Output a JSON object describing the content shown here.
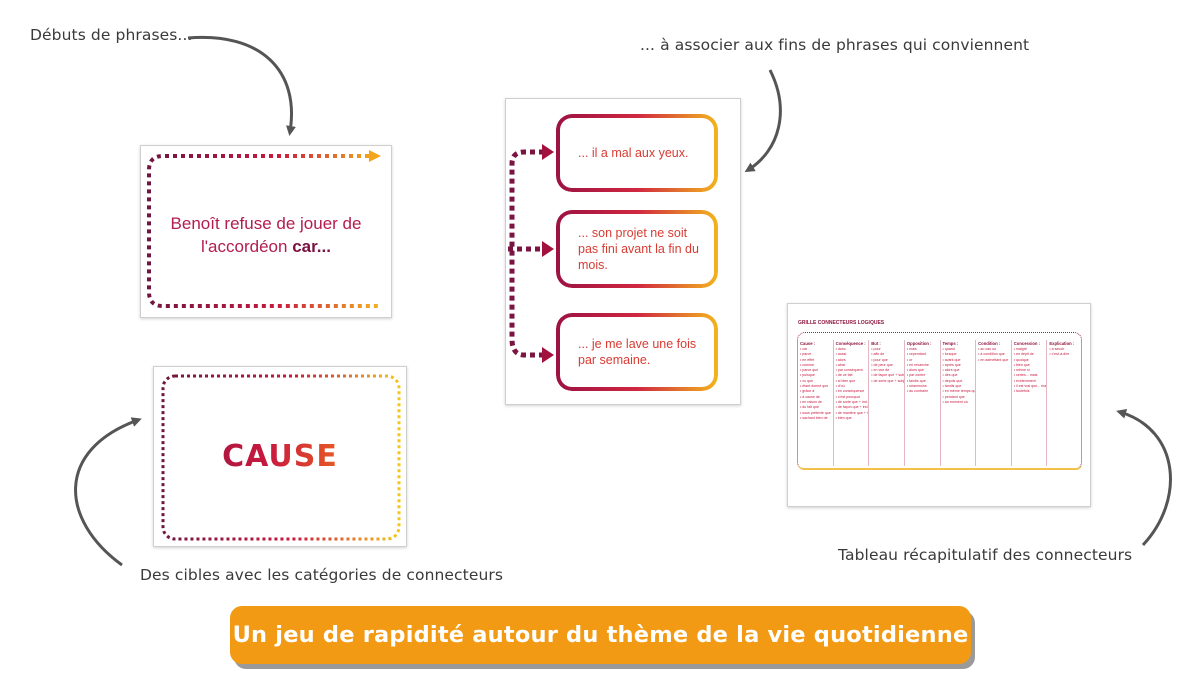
{
  "captions": {
    "starts": "Débuts de phrases...",
    "ends": "... à associer aux fins de phrases qui conviennent",
    "targets": "Des cibles avec les catégories de connecteurs",
    "summary": "Tableau récapitulatif des connecteurs"
  },
  "start_card": {
    "line1": "Benoît refuse de jouer de",
    "line2": "l'accordéon",
    "connector": "car..."
  },
  "target_card": {
    "category": "CAUSE"
  },
  "end_cards": [
    {
      "text": "... il a mal aux yeux."
    },
    {
      "text": "... son projet ne soit pas fini avant la fin du mois."
    },
    {
      "text": "... je me lave une fois par semaine."
    }
  ],
  "summary_table": {
    "title": "GRILLE CONNECTEURS LOGIQUES",
    "columns": [
      {
        "header": "Cause :",
        "items": [
          "• car",
          "• parce",
          "• en effet",
          "• comme",
          "• parce que",
          "• puisque",
          "• vu que",
          "• étant donné que",
          "• grâce à",
          "• à cause de",
          "• en raison de",
          "• du fait que",
          "• sous prétexte que",
          "• sachant bien de"
        ]
      },
      {
        "header": "Conséquence :",
        "items": [
          "• donc",
          "• aussi",
          "• alors",
          "• ainsi",
          "• par conséquent",
          "• de ce fait",
          "• si bien que",
          "• d'où",
          "• en conséquence",
          "• c'est pourquoi",
          "• de sorte que + ind.",
          "• de façon que + ind.",
          "• de manière que + ind.",
          "• bien que"
        ]
      },
      {
        "header": "But :",
        "items": [
          "• pour",
          "• afin de",
          "• pour que",
          "• de peur que",
          "• en vue de",
          "• de façon que + subj.",
          "• de sorte que + subj."
        ]
      },
      {
        "header": "Opposition :",
        "items": [
          "• mais",
          "• cependant",
          "• or",
          "• en revanche",
          "• alors que",
          "• par contre",
          "• tandis que",
          "• néanmoins",
          "• au contraire"
        ]
      },
      {
        "header": "Temps :",
        "items": [
          "• quand",
          "• lorsque",
          "• avant que",
          "• après que",
          "• alors que",
          "• dès que",
          "• depuis que",
          "• tandis que",
          "• en même temps que",
          "• pendant que",
          "• au moment où"
        ]
      },
      {
        "header": "Condition :",
        "items": [
          "• au cas où",
          "• à condition que",
          "• en admettant que"
        ]
      },
      {
        "header": "Concession :",
        "items": [
          "• malgré",
          "• en dépit de",
          "• quoique",
          "• bien que",
          "• même si",
          "• certes... mais",
          "• évidemment",
          "• il est vrai que... mais",
          "• toutefois"
        ]
      },
      {
        "header": "Explication :",
        "items": [
          "• à savoir",
          "• c'est-à-dire"
        ]
      }
    ]
  },
  "banner": {
    "text": "Un jeu de rapidité autour du thème de la vie quotidienne"
  },
  "colors": {
    "wine": "#8e1540",
    "crimson": "#c8183f",
    "orange": "#ef6a1d",
    "yellow": "#f3b51d",
    "banner": "#f39a14",
    "arrow": "#555555"
  }
}
